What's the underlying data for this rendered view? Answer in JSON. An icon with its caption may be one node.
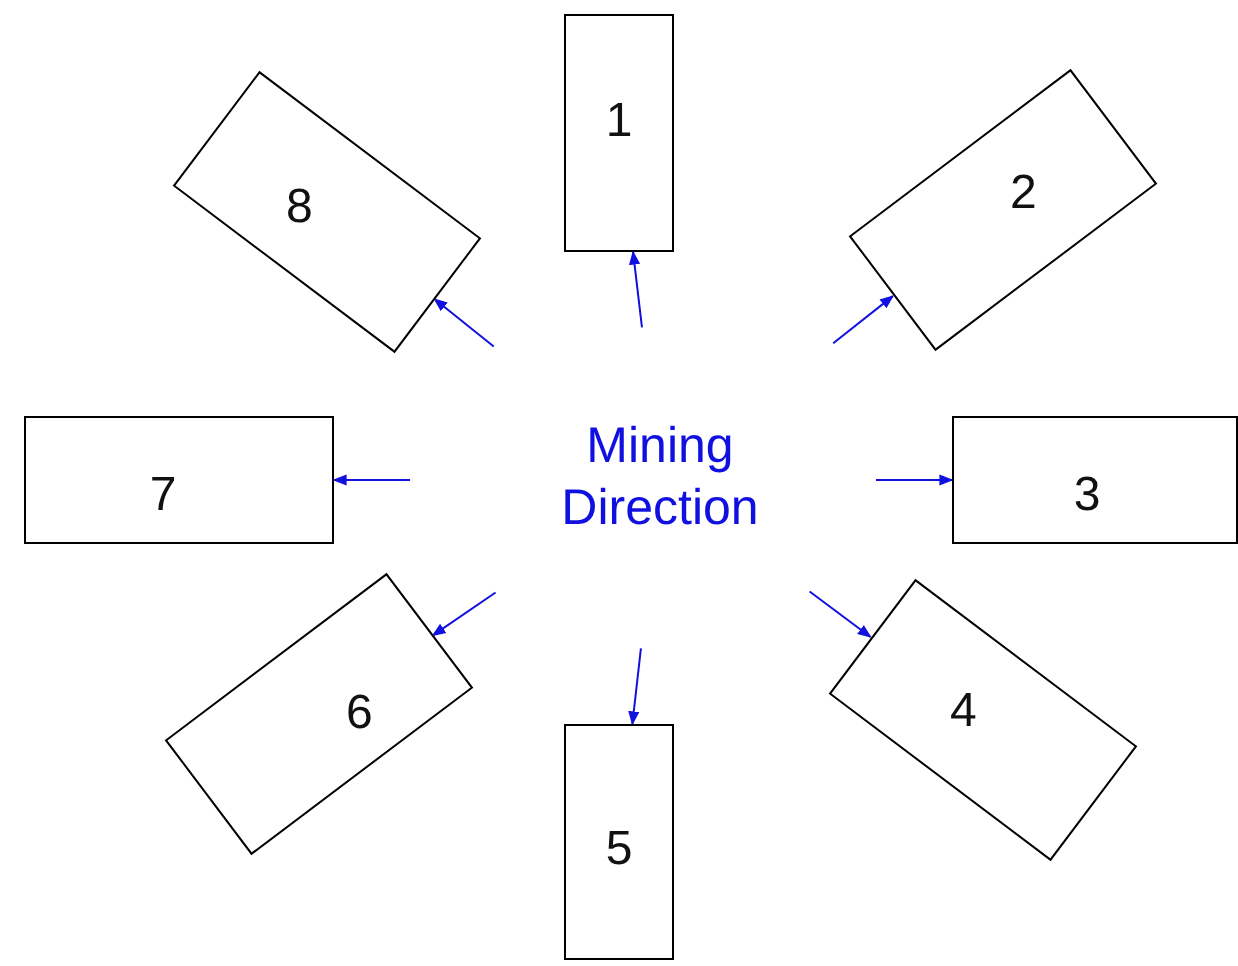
{
  "diagram": {
    "nodes": [
      {
        "text": [
          "Mining Direction"
        ]
      },
      {
        "text": [
          "1"
        ]
      },
      {
        "text": [
          "2"
        ]
      },
      {
        "text": [
          "3"
        ]
      },
      {
        "text": [
          "4"
        ]
      },
      {
        "text": [
          "5"
        ]
      },
      {
        "text": [
          "6"
        ]
      },
      {
        "text": [
          "7"
        ]
      },
      {
        "text": [
          "8"
        ]
      }
    ],
    "edges": [
      {
        "from": null,
        "to": 1,
        "arrow": "to"
      },
      {
        "from": null,
        "to": 2,
        "arrow": "to"
      },
      {
        "from": null,
        "to": 3,
        "arrow": "to"
      },
      {
        "from": null,
        "to": 4,
        "arrow": "to"
      },
      {
        "from": null,
        "to": 5,
        "arrow": "to"
      },
      {
        "from": null,
        "to": 6,
        "arrow": "to"
      },
      {
        "from": null,
        "to": 7,
        "arrow": "to"
      },
      {
        "from": null,
        "to": 8,
        "arrow": "to"
      }
    ]
  }
}
